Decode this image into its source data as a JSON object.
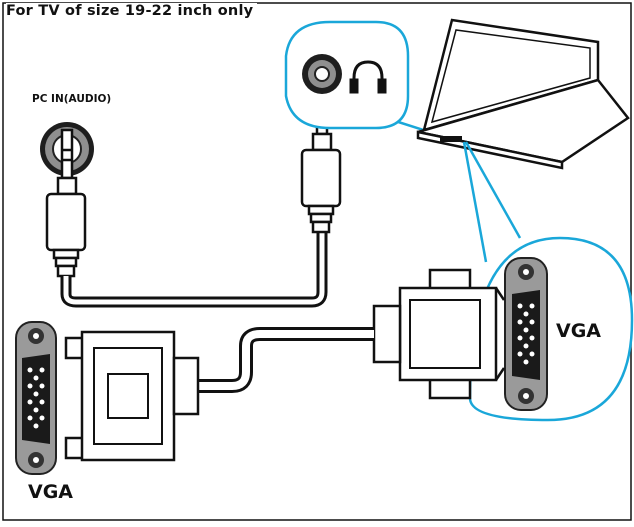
{
  "title": "For TV of size 19-22 inch only",
  "labels": {
    "pc_in_audio": "PC IN(AUDIO)",
    "vga_right": "VGA",
    "vga_left": "VGA"
  },
  "icons": {
    "audio_jack": "audio-jack-icon",
    "headphones": "headphones-icon"
  },
  "colors": {
    "line": "#111111",
    "callout": "#1aa7d9",
    "connector_fill": "#ffffff",
    "port_gray": "#9a9a9a"
  }
}
